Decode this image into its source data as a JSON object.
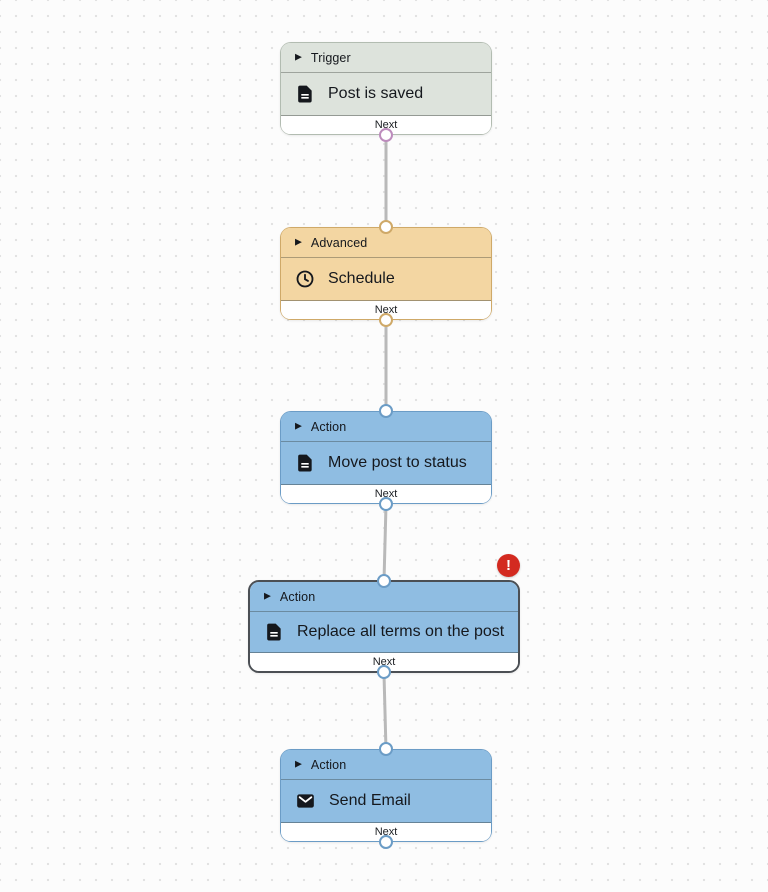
{
  "canvas": {
    "background": "#fcfcfc",
    "dot_color": "#e2e2e2",
    "connector_color": "#b9b9b9"
  },
  "icons": {
    "collapse_glyph": "▶",
    "collapse_meaning": "expand-node-chevron"
  },
  "status_colors": {
    "error_red": "#d32a20",
    "trigger_port_purple": "#bd8cbd",
    "advanced_port_tan": "#cfa968",
    "action_port_blue": "#6b9cc6"
  },
  "nodes": [
    {
      "category": "Trigger",
      "title": "Post is saved",
      "icon": "document-icon",
      "footer_label": "Next",
      "has_error": false,
      "colors": {
        "bg": "#dde3dc",
        "border": "#b2bcb1",
        "port": "#bd8cbd"
      }
    },
    {
      "category": "Advanced",
      "title": "Schedule",
      "icon": "clock-icon",
      "footer_label": "Next",
      "has_error": false,
      "colors": {
        "bg": "#f3d6a2",
        "border": "#cfa968",
        "port": "#cfa968"
      }
    },
    {
      "category": "Action",
      "title": "Move post to status",
      "icon": "document-icon",
      "footer_label": "Next",
      "has_error": false,
      "colors": {
        "bg": "#8fbde2",
        "border": "#6b9cc6",
        "port": "#6b9cc6"
      }
    },
    {
      "category": "Action",
      "title": "Replace all terms on the post",
      "icon": "document-icon",
      "footer_label": "Next",
      "has_error": true,
      "error_badge": {
        "glyph": "!",
        "meaning": "error"
      },
      "colors": {
        "bg": "#8fbde2",
        "border": "#4b4f54",
        "port": "#6b9cc6"
      }
    },
    {
      "category": "Action",
      "title": "Send Email",
      "icon": "email-icon",
      "footer_label": "Next",
      "has_error": false,
      "colors": {
        "bg": "#8fbde2",
        "border": "#6b9cc6",
        "port": "#6b9cc6"
      }
    }
  ]
}
